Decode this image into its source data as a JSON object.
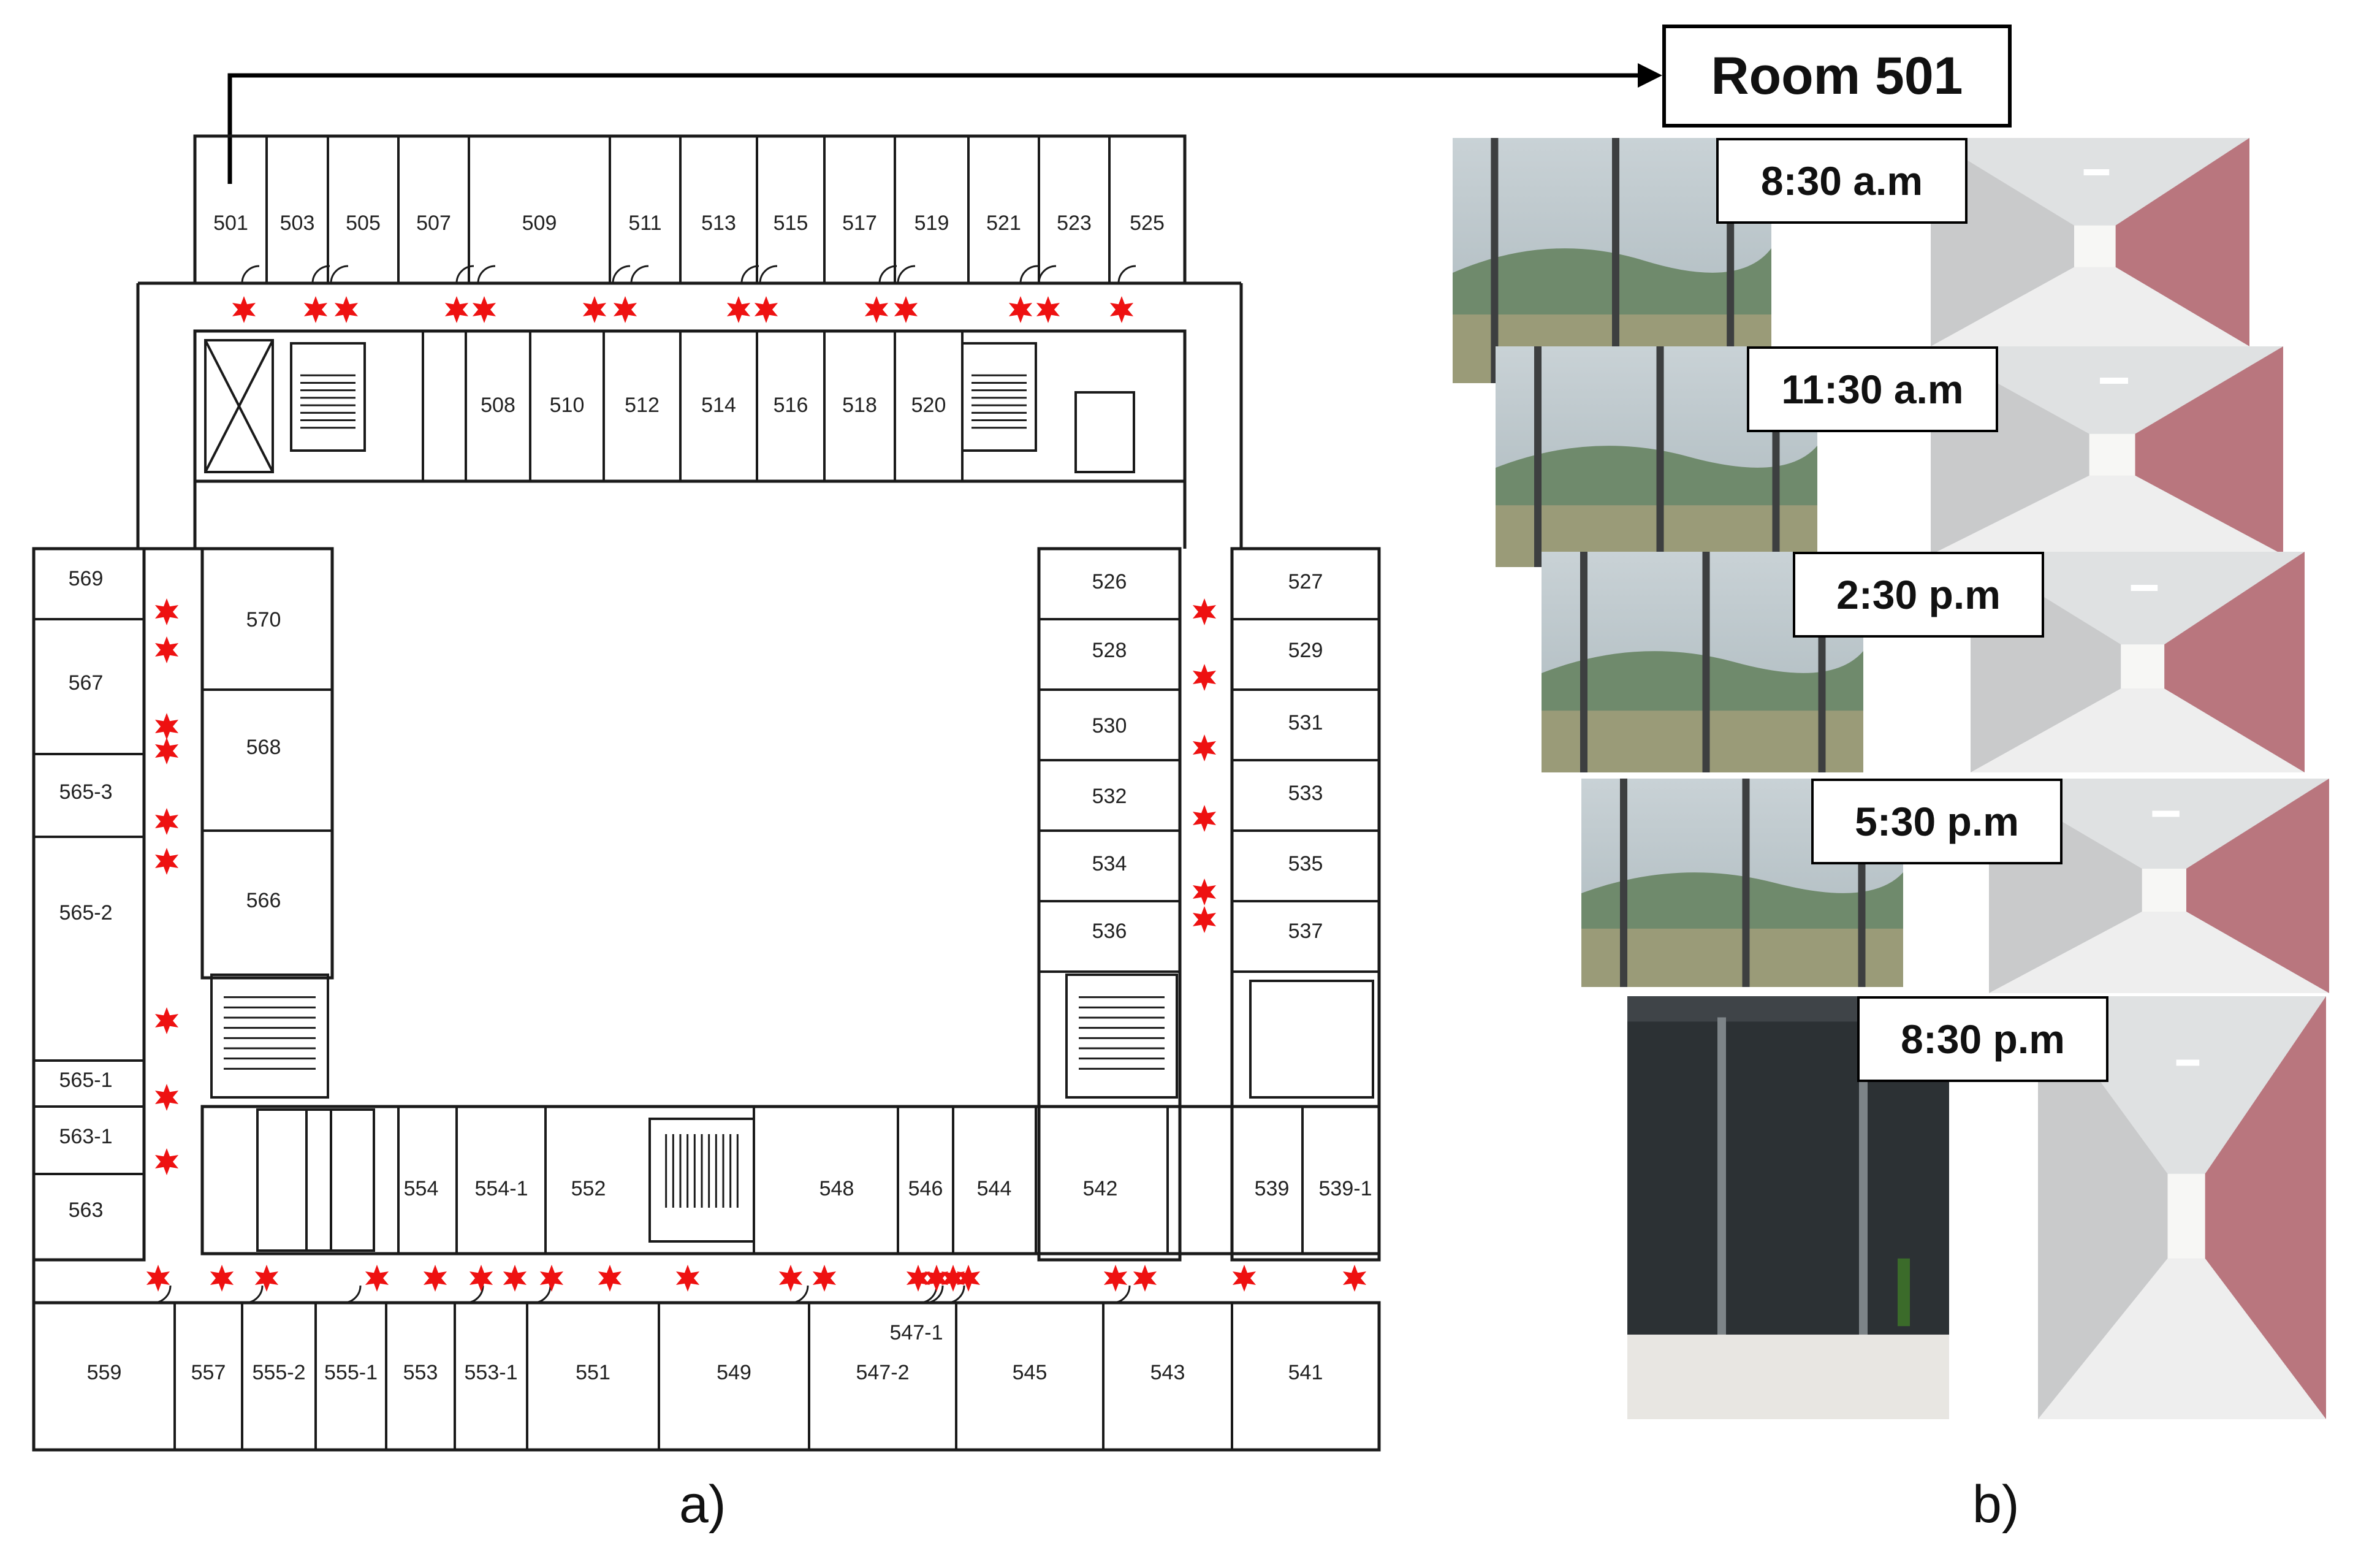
{
  "room_label": "Room 501",
  "panel_labels": {
    "a": "a)",
    "b": "b)"
  },
  "rooms": {
    "n_row": [
      "501",
      "503",
      "505",
      "507",
      "509",
      "511",
      "513",
      "515",
      "517",
      "519",
      "521",
      "523",
      "525"
    ],
    "s_row_north": [
      "508",
      "510",
      "512",
      "514",
      "516",
      "518",
      "520"
    ],
    "w_outer": [
      "569",
      "567",
      "565-3",
      "565-2",
      "565-1",
      "563-1",
      "563"
    ],
    "w_inner": [
      "570",
      "568",
      "566"
    ],
    "e_inner": [
      "526",
      "528",
      "530",
      "532",
      "534",
      "536"
    ],
    "e_outer": [
      "527",
      "529",
      "531",
      "533",
      "535",
      "537"
    ],
    "s_north": [
      "554",
      "554-1",
      "552",
      "548",
      "546",
      "544",
      "542",
      "539",
      "539-1"
    ],
    "s_south": [
      "559",
      "557",
      "555-2",
      "555-1",
      "553",
      "553-1",
      "551",
      "549",
      "547-2",
      "545",
      "543",
      "541"
    ],
    "corridor_extra": "547-1"
  },
  "snapshots": [
    {
      "time": "8:30 a.m"
    },
    {
      "time": "11:30 a.m"
    },
    {
      "time": "2:30 p.m"
    },
    {
      "time": "5:30 p.m"
    },
    {
      "time": "8:30 p.m"
    }
  ],
  "colors": {
    "star": "#ee1111",
    "wall": "#1a1a1a",
    "corridor_wall": "#b9767e"
  }
}
